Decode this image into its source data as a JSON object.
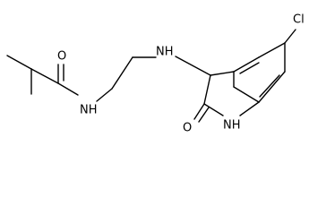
{
  "molecule": {
    "labels": {
      "cl": "Cl",
      "nh_amine": "NH",
      "nh_amide": "NH",
      "nh_ring": "NH",
      "o_amide": "O",
      "o_ring": "O"
    },
    "colors": {
      "bond": "#000000",
      "label": "#000000",
      "background": "#ffffff"
    }
  }
}
